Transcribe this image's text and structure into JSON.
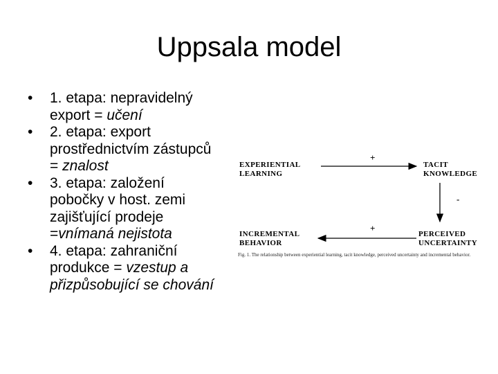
{
  "slide": {
    "title": "Uppsala model",
    "bullet_symbol": "•",
    "bullets": [
      {
        "line1": "1. etapa: nepravidelný",
        "line2_plain": "export = ",
        "line2_italic": "učení"
      },
      {
        "line1": "2. etapa: export",
        "line2": "prostřednictvím zástupců",
        "line3_plain": "= ",
        "line3_italic": "znalost"
      },
      {
        "line1": "3. etapa: založení",
        "line2": "pobočky v host. zemi",
        "line3": "zajišťující prodeje",
        "line4_plain": "=",
        "line4_italic": "vnímaná nejistota"
      },
      {
        "line1": "4. etapa: zahraniční",
        "line2_plain": "produkce = ",
        "line2_italic": "vzestup a",
        "line3_italic": "přizpůsobující se chování"
      }
    ]
  },
  "figure": {
    "node_experiential": [
      "EXPERIENTIAL",
      "LEARNING"
    ],
    "node_tacit": [
      "TACIT",
      "KNOWLEDGE"
    ],
    "node_incremental": [
      "INCREMENTAL",
      "BEHAVIOR"
    ],
    "node_perceived": [
      "PERCEIVED",
      "UNCERTAINTY"
    ],
    "sign_top": "+",
    "sign_right": "-",
    "sign_bottom": "+",
    "caption": "Fig. 1.   The relationship between experiential learning, tacit knowledge, perceived uncertainty and incremental behavior."
  }
}
